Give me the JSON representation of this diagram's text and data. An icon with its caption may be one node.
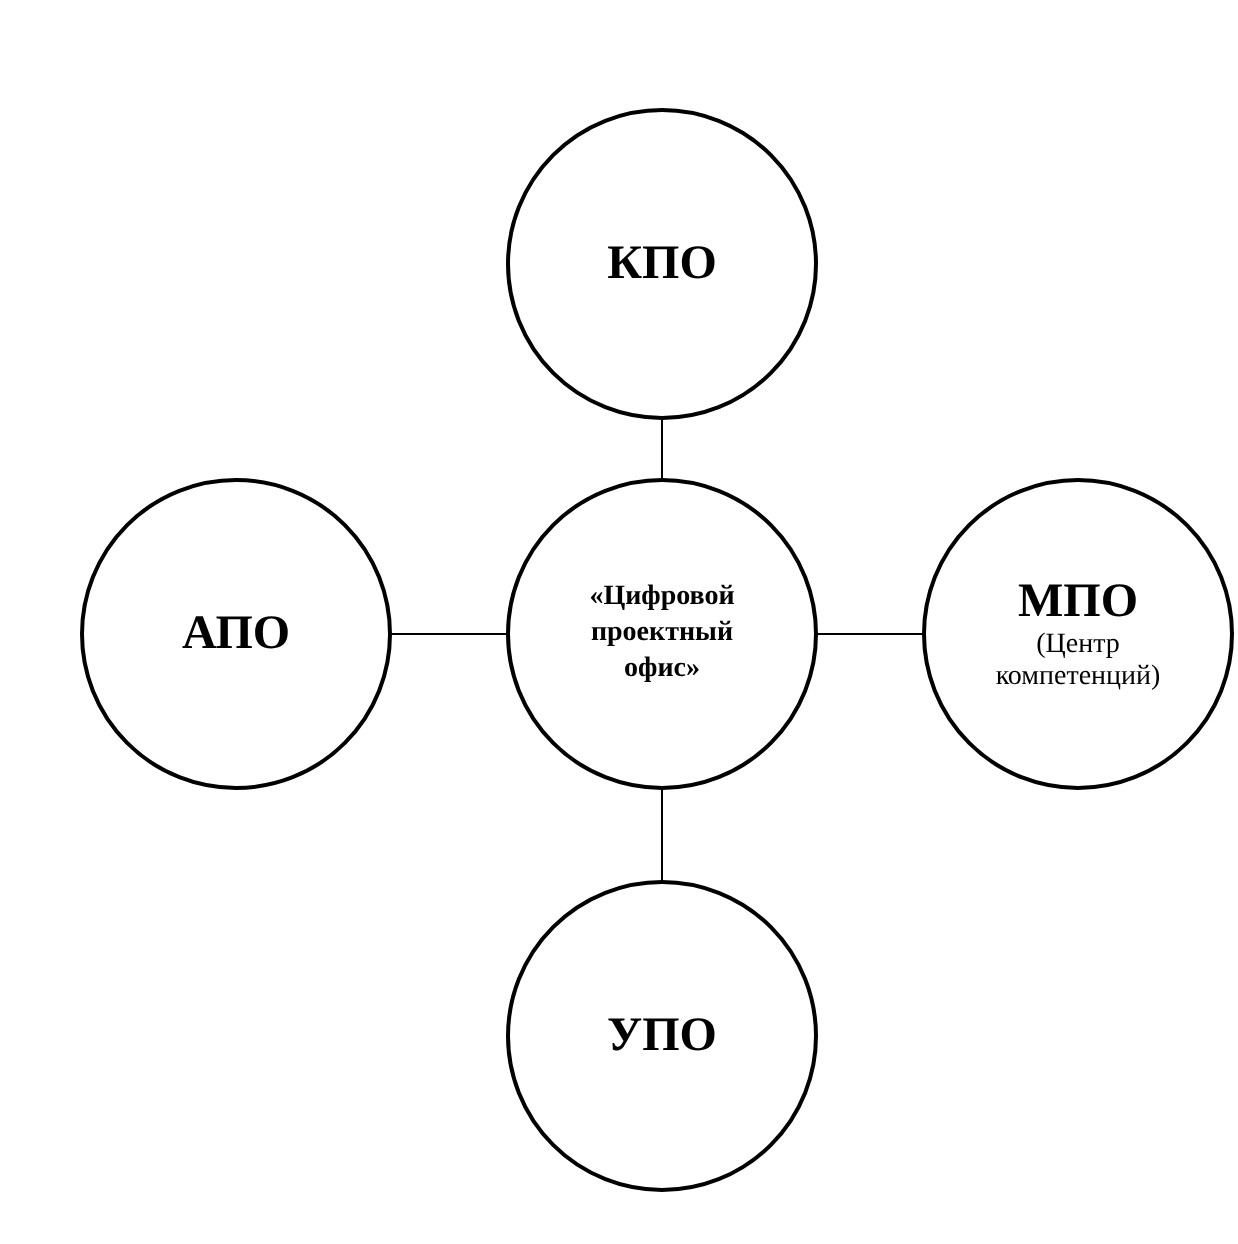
{
  "diagram": {
    "nodes": [
      {
        "text": [
          "«Цифровой проектный офис»"
        ]
      },
      {
        "text": [
          "КПО"
        ]
      },
      {
        "text": [
          "АПО"
        ]
      },
      {
        "text": [
          "МПО",
          "(Центр компетенций)"
        ]
      },
      {
        "text": [
          "УПО"
        ]
      }
    ],
    "edges": [
      {
        "from": 0,
        "to": 1,
        "arrow": "none"
      },
      {
        "from": 2,
        "to": 0,
        "arrow": "none"
      },
      {
        "from": 0,
        "to": 3,
        "arrow": "none"
      },
      {
        "from": 0,
        "to": 4,
        "arrow": "none"
      }
    ]
  }
}
